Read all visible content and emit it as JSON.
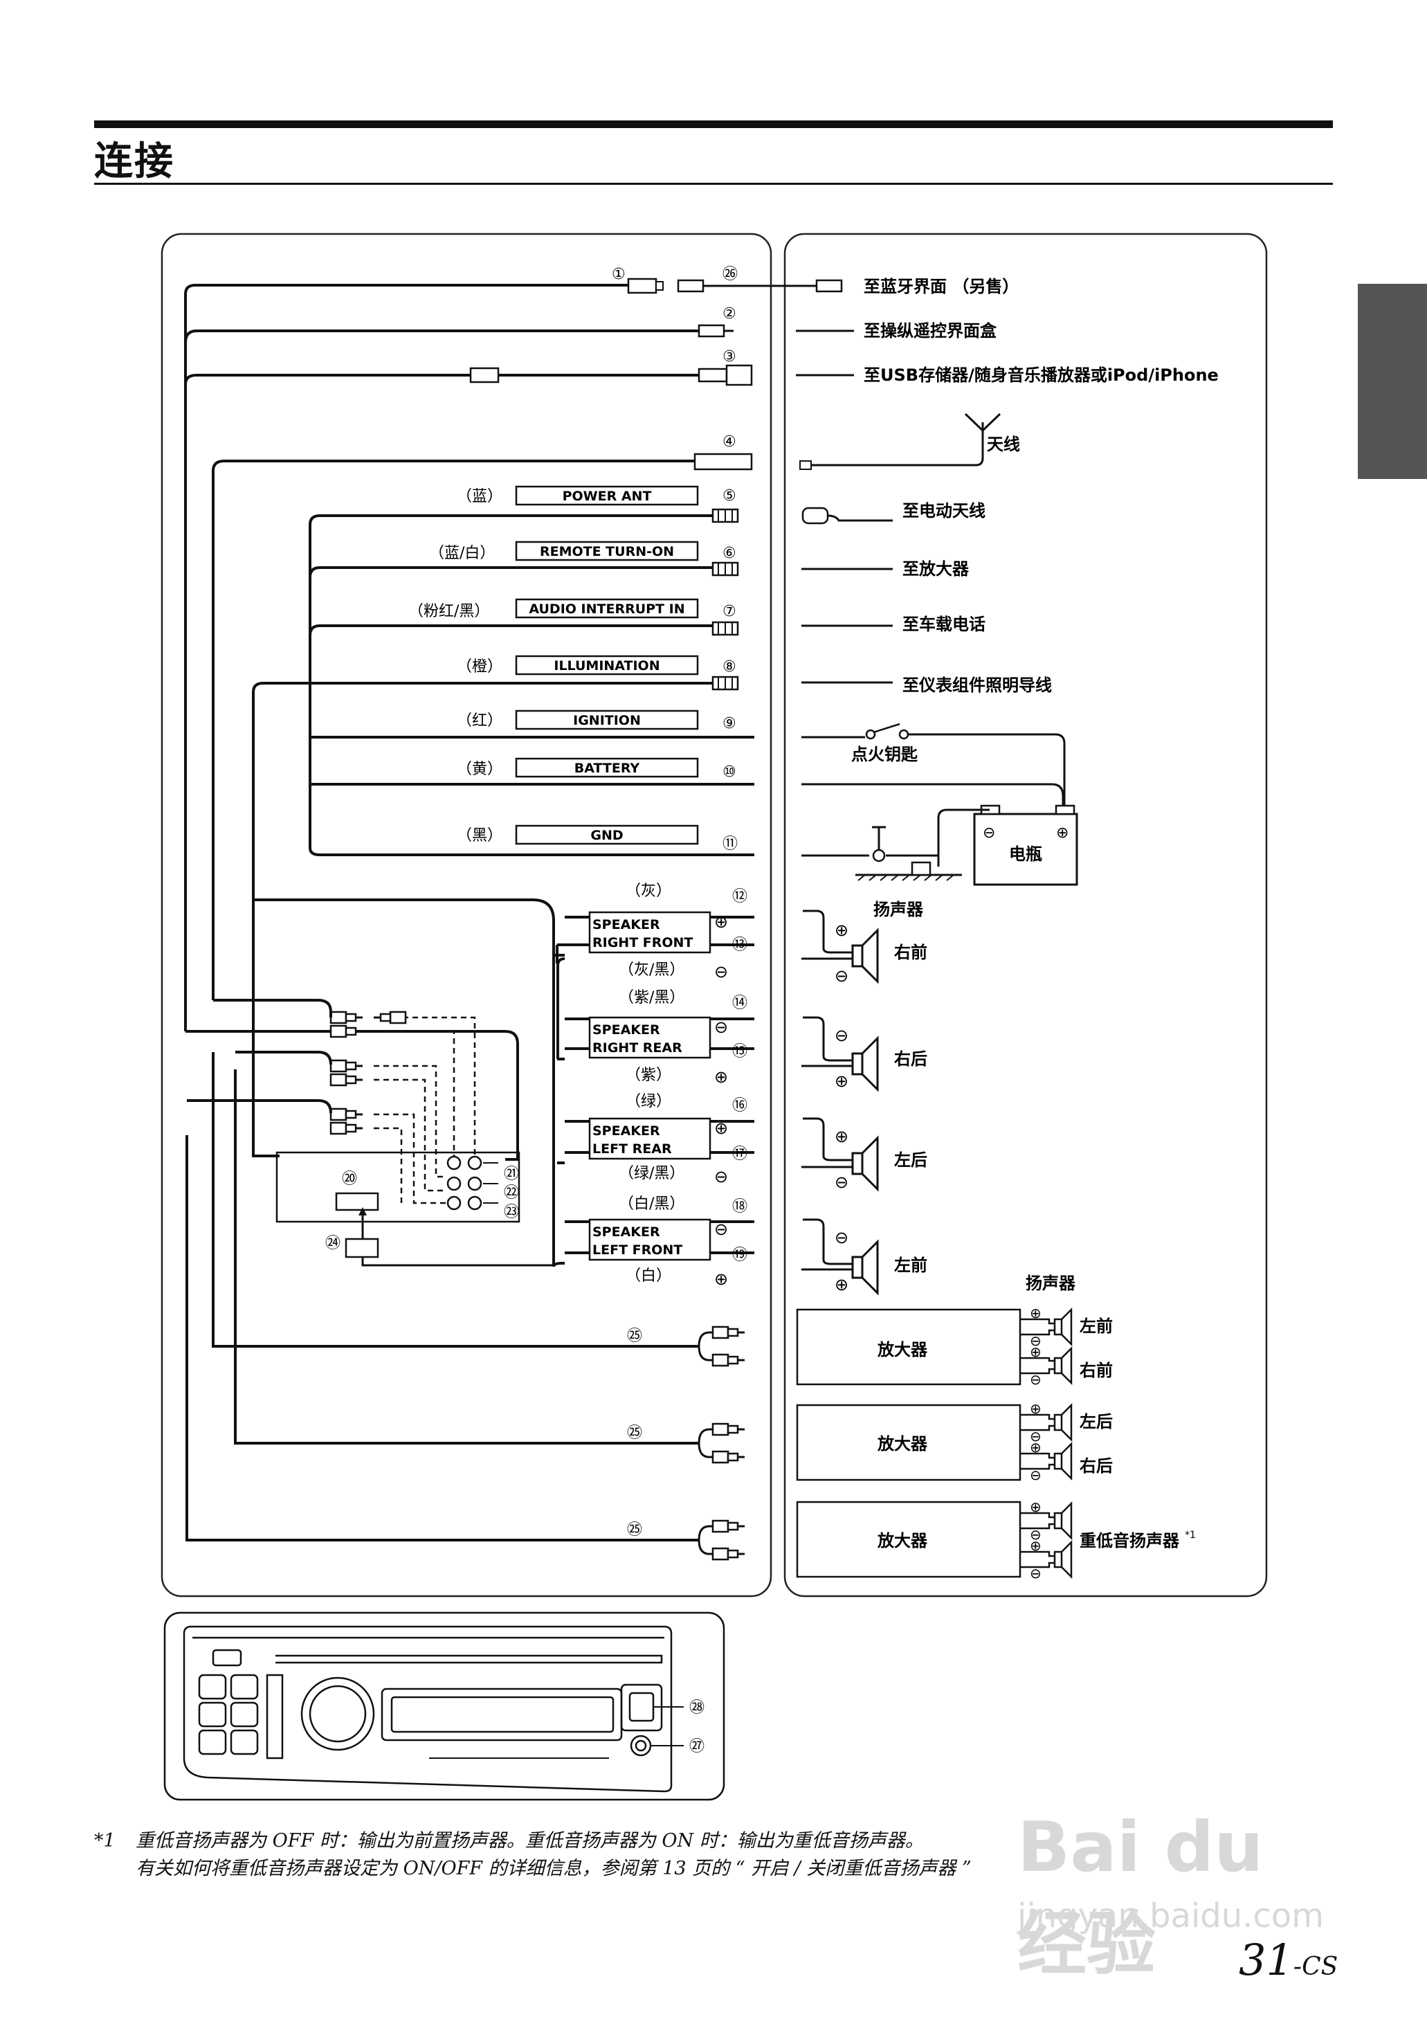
{
  "page": {
    "title": "连接",
    "page_number": "31",
    "page_suffix": "-CS"
  },
  "footnote": {
    "mark": "*1",
    "line1": "重低音扬声器为 OFF 时：输出为前置扬声器。重低音扬声器为 ON 时：输出为重低音扬声器。",
    "line2": "有关如何将重低音扬声器设定为 ON/OFF 的详细信息，参阅第 13 页的 “ 开启 / 关闭重低音扬声器 ”"
  },
  "watermark": {
    "logo": "Bai du 经验",
    "url": "jingyan.baidu.com"
  },
  "connectors": [
    {
      "num": "①",
      "dest": "至蓝牙界面 （另售）"
    },
    {
      "num": "②",
      "dest": "至操纵遥控界面盒"
    },
    {
      "num": "③",
      "dest": "至USB存储器/随身音乐播放器或iPod/iPhone"
    },
    {
      "num": "④",
      "dest": "天线"
    },
    {
      "num": "⑤",
      "color": "（蓝）",
      "label": "POWER ANT",
      "dest": "至电动天线"
    },
    {
      "num": "⑥",
      "color": "（蓝/白）",
      "label": "REMOTE TURN-ON",
      "dest": "至放大器"
    },
    {
      "num": "⑦",
      "color": "（粉红/黑）",
      "label": "AUDIO INTERRUPT IN",
      "dest": "至车载电话"
    },
    {
      "num": "⑧",
      "color": "（橙）",
      "label": "ILLUMINATION",
      "dest": "至仪表组件照明导线"
    },
    {
      "num": "⑨",
      "color": "（红）",
      "label": "IGNITION",
      "dest": "点火钥匙"
    },
    {
      "num": "⑩",
      "color": "（黄）",
      "label": "BATTERY",
      "dest": "电瓶"
    },
    {
      "num": "⑪",
      "color": "（黑）",
      "label": "GND"
    }
  ],
  "speakers": {
    "group_label": "扬声器",
    "items": [
      {
        "name_l1": "SPEAKER",
        "name_l2": "RIGHT FRONT",
        "num_a": "⑫",
        "num_b": "⑬",
        "color_a": "（灰）",
        "color_b": "（灰/黑）",
        "dest": "右前"
      },
      {
        "name_l1": "SPEAKER",
        "name_l2": "RIGHT REAR",
        "num_a": "⑭",
        "num_b": "⑮",
        "color_a": "（紫/黑）",
        "color_b": "（紫）",
        "dest": "右后"
      },
      {
        "name_l1": "SPEAKER",
        "name_l2": "LEFT REAR",
        "num_a": "⑯",
        "num_b": "⑰",
        "color_a": "（绿）",
        "color_b": "（绿/黑）",
        "dest": "左后"
      },
      {
        "name_l1": "SPEAKER",
        "name_l2": "LEFT FRONT",
        "num_a": "⑱",
        "num_b": "⑲",
        "color_a": "（白/黑）",
        "color_b": "（白）",
        "dest": "左前"
      }
    ]
  },
  "rca_numbers": [
    "㉑",
    "㉒",
    "㉓"
  ],
  "misc_numbers": {
    "n20": "⑳",
    "n24": "㉔",
    "n25": "㉕",
    "n26": "㉖",
    "n27": "㉗",
    "n28": "㉘"
  },
  "amplifiers": {
    "group_label": "扬声器",
    "items": [
      {
        "label": "放大器",
        "out1": "左前",
        "out2": "右前"
      },
      {
        "label": "放大器",
        "out1": "左后",
        "out2": "右后"
      },
      {
        "label": "放大器",
        "out1": "重低音扬声器",
        "out1_sup": "*1"
      }
    ]
  },
  "symbols": {
    "plus": "⊕",
    "minus": "⊖"
  }
}
